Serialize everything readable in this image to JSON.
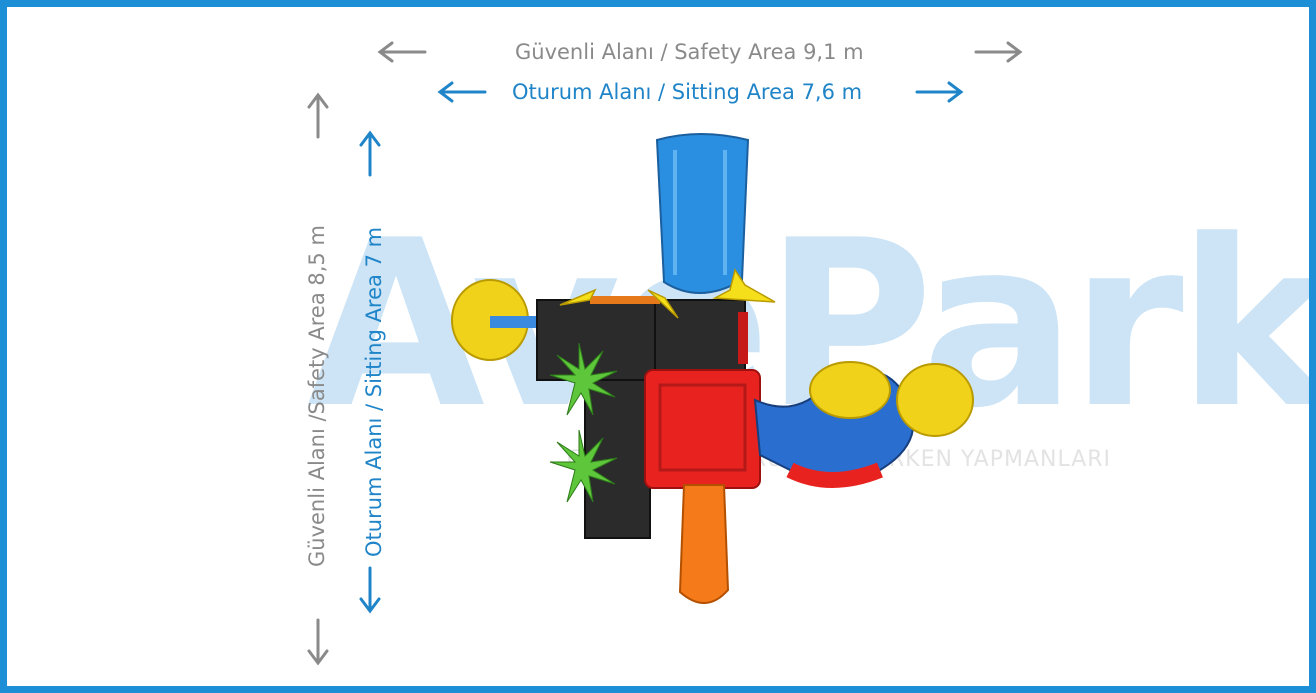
{
  "labels": {
    "safety_horizontal": "Güvenli Alanı / Safety Area 9,1 m",
    "sitting_horizontal": "Oturum Alanı / Sitting Area 7,6 m",
    "safety_vertical": "Güvenli Alanı /Safety Area 8,5 m",
    "sitting_vertical": "Oturum Alanı / Sitting Area 7 m"
  },
  "watermark": {
    "brand": "AvePark",
    "tagline": "ÇOCUK OYUN GRUPLARI PARKEN YAPMANLARI"
  },
  "colors": {
    "frame": "#1d8fd6",
    "safety": "#8a8a8a",
    "sitting": "#1f84c8"
  },
  "icons": [
    "arrow-left-icon",
    "arrow-right-icon",
    "arrow-up-icon",
    "arrow-down-icon",
    "playground-icon"
  ]
}
